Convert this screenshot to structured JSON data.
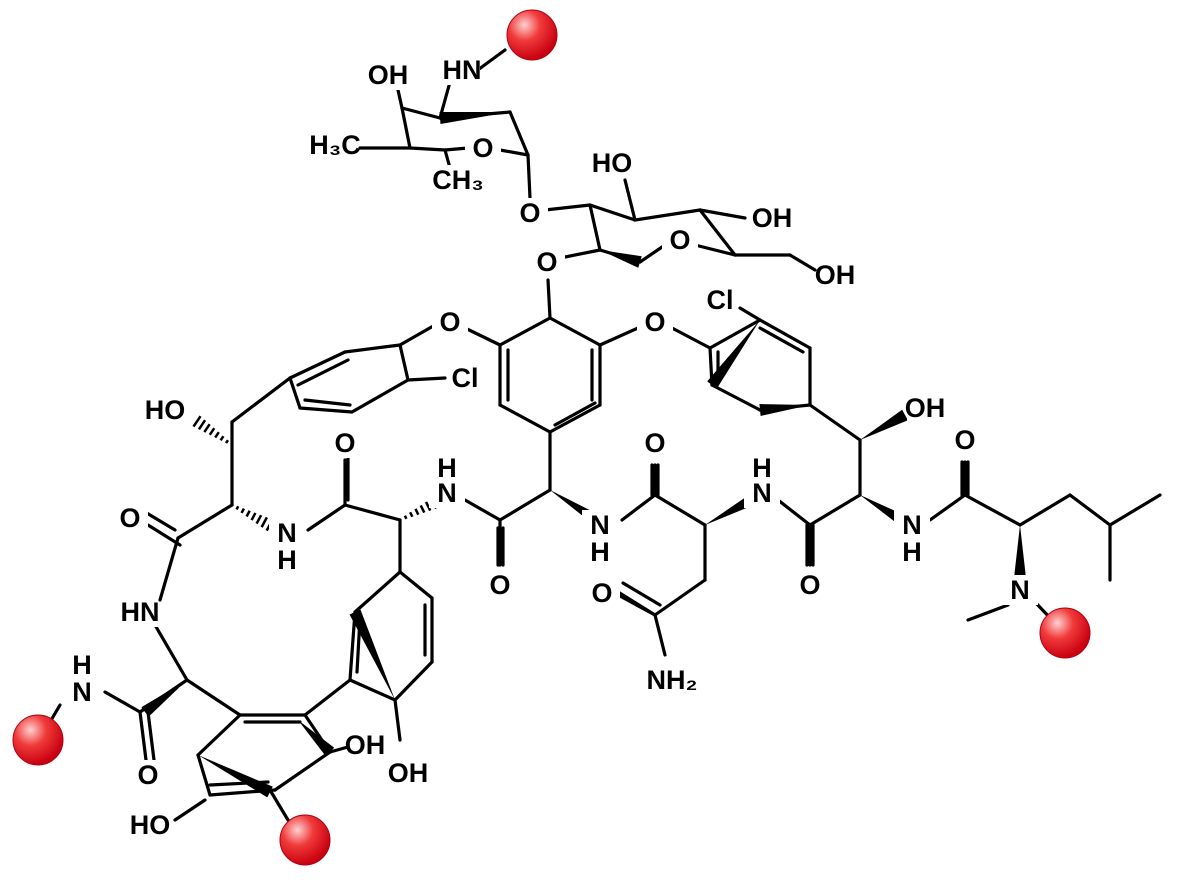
{
  "title": "Vancomycin scaffold with modification sites",
  "labels": [
    "OH",
    "HN",
    "H₃C",
    "O",
    "CH₃",
    "O",
    "HO",
    "OH",
    "O",
    "OH",
    "O",
    "O",
    "O",
    "Cl",
    "Cl",
    "HO",
    "OH",
    "O",
    "H",
    "N",
    "O",
    "H",
    "N",
    "O",
    "O",
    "N",
    "H",
    "O",
    "N",
    "H",
    "O",
    "N",
    "H",
    "HN",
    "O",
    "N",
    "H",
    "N",
    "NH₂",
    "O",
    "OH",
    "OH",
    "HO"
  ],
  "markers": {
    "count": 4,
    "color": "#e8141c",
    "meaning": "modification-site"
  }
}
